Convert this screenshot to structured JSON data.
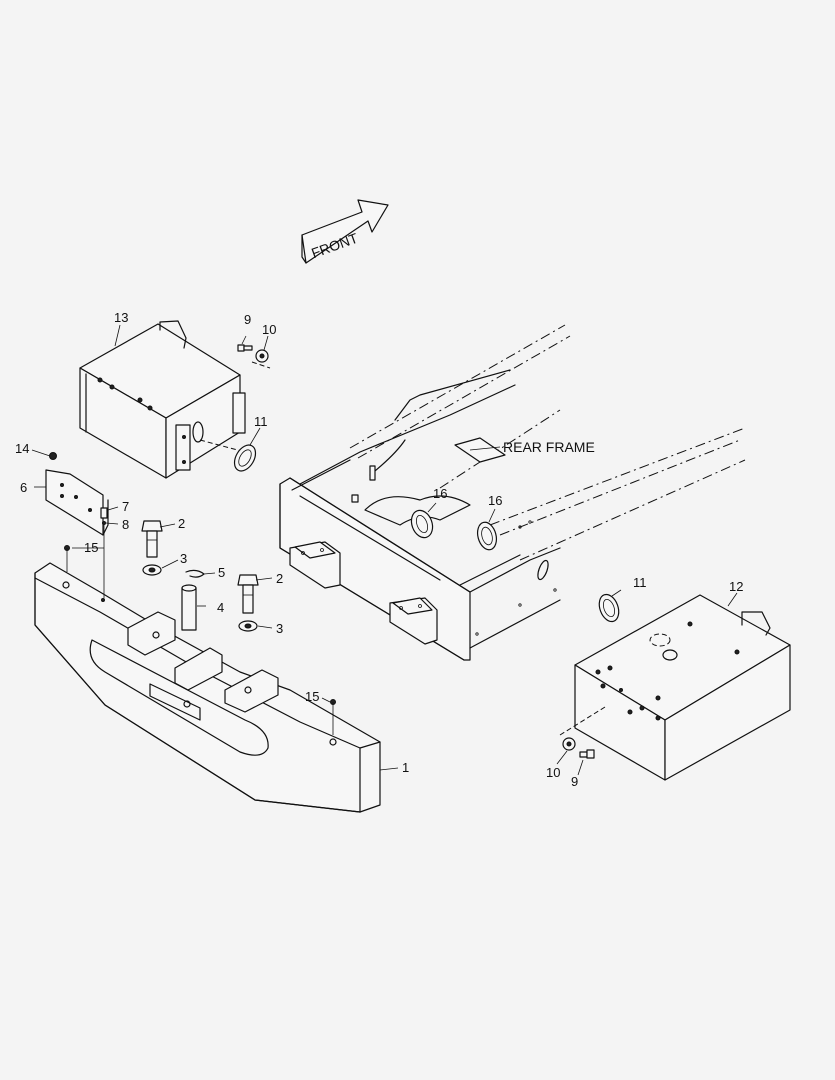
{
  "diagram": {
    "front_label": "FRONT",
    "rear_frame_label": "REAR FRAME",
    "callouts": {
      "c1": "1",
      "c2a": "2",
      "c2b": "2",
      "c3a": "3",
      "c3b": "3",
      "c4": "4",
      "c5": "5",
      "c6": "6",
      "c7": "7",
      "c8": "8",
      "c9a": "9",
      "c9b": "9",
      "c10a": "10",
      "c10b": "10",
      "c11a": "11",
      "c11b": "11",
      "c12": "12",
      "c13": "13",
      "c14": "14",
      "c15a": "15",
      "c15b": "15",
      "c16a": "16",
      "c16b": "16"
    }
  }
}
